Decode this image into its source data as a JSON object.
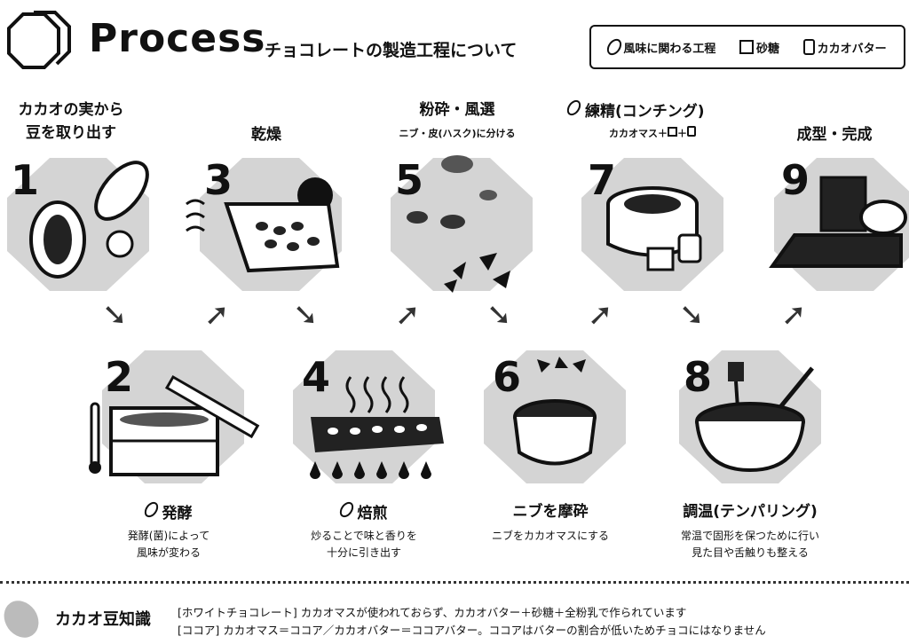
{
  "header": {
    "title": "Process",
    "subtitle": "チョコレートの製造工程について"
  },
  "legend": {
    "flavor": "風味に関わる工程",
    "sugar": "砂糖",
    "butter": "カカオバター"
  },
  "steps": [
    {
      "num": "1",
      "label1": "カカオの実から",
      "label2": "豆を取り出す"
    },
    {
      "num": "2",
      "label": "発酵",
      "desc1": "発酵(菌)によって",
      "desc2": "風味が変わる"
    },
    {
      "num": "3",
      "label": "乾燥"
    },
    {
      "num": "4",
      "label": "焙煎",
      "desc1": "炒ることで味と香りを",
      "desc2": "十分に引き出す"
    },
    {
      "num": "5",
      "label": "粉砕・風選",
      "sub": "ニブ・皮(ハスク)に分ける"
    },
    {
      "num": "6",
      "label": "ニブを摩砕",
      "desc1": "ニブをカカオマスにする"
    },
    {
      "num": "7",
      "label": "練精(コンチング)",
      "sub": "カカオマス＋",
      "plus": "＋"
    },
    {
      "num": "8",
      "label": "調温(テンパリング)",
      "desc1": "常温で固形を保つために行い",
      "desc2": "見た目や舌触りも整える"
    },
    {
      "num": "9",
      "label": "成型・完成"
    }
  ],
  "footer": {
    "title": "カカオ豆知識",
    "fact1": "[ホワイトチョコレート] カカオマスが使われておらず、カカオバター＋砂糖＋全粉乳で作られています",
    "fact2": "[ココア] カカオマス＝ココア／カカオバター＝ココアバター。ココアはバターの割合が低いためチョコにはなりません"
  }
}
